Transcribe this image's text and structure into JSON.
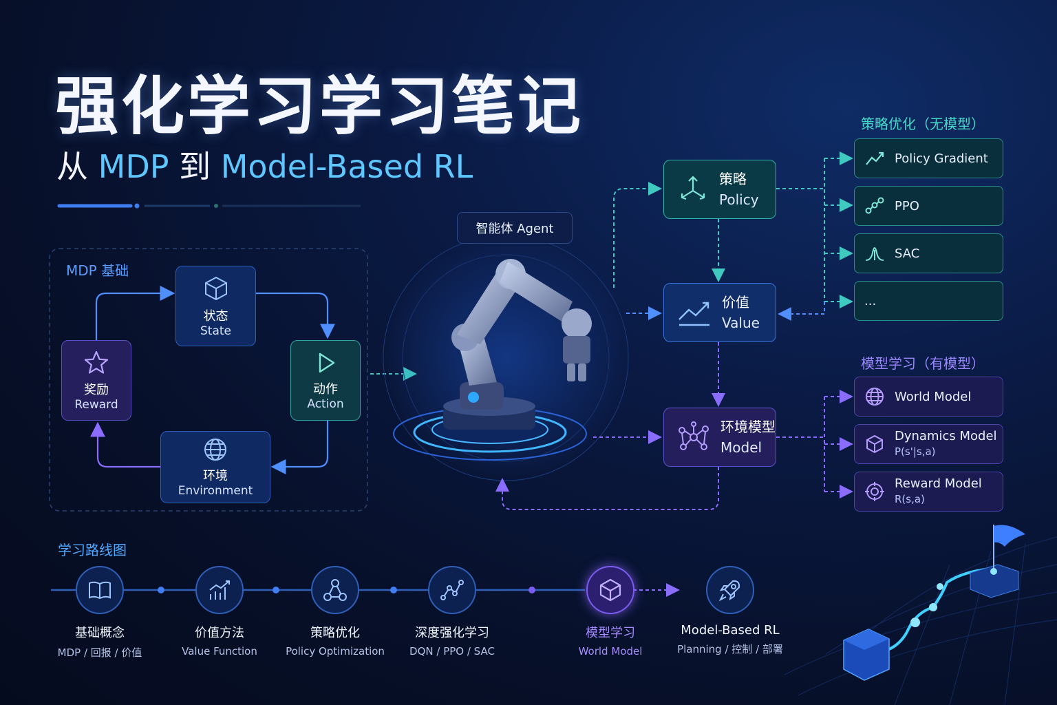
{
  "header": {
    "title": "强化学习学习笔记",
    "subtitle_cn_1": "从",
    "subtitle_en_1": "MDP",
    "subtitle_cn_2": "到",
    "subtitle_en_2": "Model-Based RL"
  },
  "mdp": {
    "label": "MDP 基础",
    "state": {
      "zh": "状态",
      "en": "State",
      "icon": "cube-icon"
    },
    "action": {
      "zh": "动作",
      "en": "Action",
      "icon": "play-icon"
    },
    "reward": {
      "zh": "奖励",
      "en": "Reward",
      "icon": "star-icon"
    },
    "environment": {
      "zh": "环境",
      "en": "Environment",
      "icon": "globe-icon"
    }
  },
  "agent": {
    "label": "智能体 Agent",
    "icon": "robot-arm-icon"
  },
  "core": {
    "policy": {
      "zh": "策略",
      "en": "Policy",
      "icon": "branch-arrows-icon"
    },
    "value": {
      "zh": "价值",
      "en": "Value",
      "icon": "trend-chart-icon"
    },
    "model": {
      "zh": "环境模型",
      "en": "Model",
      "icon": "network-icon"
    }
  },
  "policy_section": {
    "title": "策略优化（无模型）",
    "items": [
      {
        "label": "Policy Gradient",
        "icon": "trend-up-icon"
      },
      {
        "label": "PPO",
        "icon": "link-nodes-icon"
      },
      {
        "label": "SAC",
        "icon": "wave-icon"
      },
      {
        "label": "...",
        "icon": ""
      }
    ]
  },
  "model_section": {
    "title": "模型学习（有模型）",
    "items": [
      {
        "label": "World Model",
        "sub": "",
        "icon": "globe-icon"
      },
      {
        "label": "Dynamics Model",
        "sub": "P(s'|s,a)",
        "icon": "cube-icon"
      },
      {
        "label": "Reward Model",
        "sub": "R(s,a)",
        "icon": "target-icon"
      }
    ]
  },
  "roadmap": {
    "title": "学习路线图",
    "steps": [
      {
        "zh": "基础概念",
        "en": "MDP / 回报 / 价值",
        "icon": "book-icon"
      },
      {
        "zh": "价值方法",
        "en": "Value Function",
        "icon": "bar-chart-icon"
      },
      {
        "zh": "策略优化",
        "en": "Policy Optimization",
        "icon": "nodes-icon"
      },
      {
        "zh": "深度强化学习",
        "en": "DQN / PPO / SAC",
        "icon": "graph-icon"
      },
      {
        "zh": "模型学习",
        "en": "World Model",
        "icon": "cube-icon"
      },
      {
        "zh": "Model-Based RL",
        "en": "Planning / 控制 / 部署",
        "icon": "rocket-icon"
      }
    ],
    "active_step": 4
  },
  "colors": {
    "teal": "#2fb3aa",
    "blue": "#3a72d8",
    "purple": "#7a5cf0",
    "accent_text": "#5fc7ff"
  }
}
